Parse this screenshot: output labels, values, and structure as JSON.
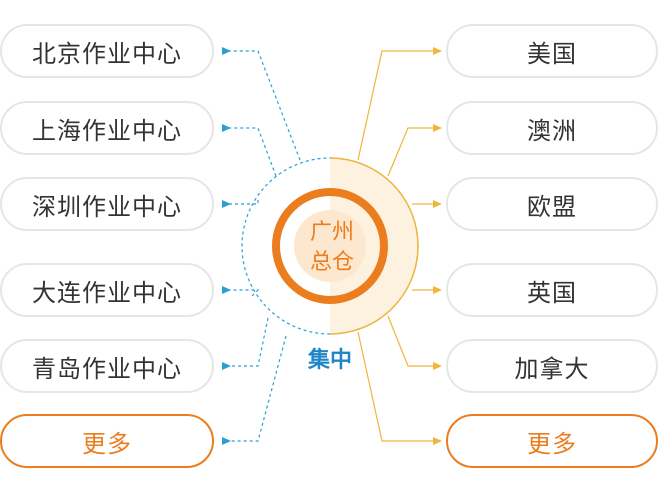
{
  "colors": {
    "left_line": "#2a9fd6",
    "right_line": "#f0b63a",
    "hub": "#ec7d1e",
    "center_label": "#1f86c8"
  },
  "hub": {
    "line1": "广州",
    "line2": "总仓"
  },
  "center_label": "集中",
  "left_nodes": [
    {
      "label": "北京作业中心"
    },
    {
      "label": "上海作业中心"
    },
    {
      "label": "深圳作业中心"
    },
    {
      "label": "大连作业中心"
    },
    {
      "label": "青岛作业中心"
    },
    {
      "label": "更多"
    }
  ],
  "right_nodes": [
    {
      "label": "美国"
    },
    {
      "label": "澳洲"
    },
    {
      "label": "欧盟"
    },
    {
      "label": "英国"
    },
    {
      "label": "加拿大"
    },
    {
      "label": "更多"
    }
  ]
}
